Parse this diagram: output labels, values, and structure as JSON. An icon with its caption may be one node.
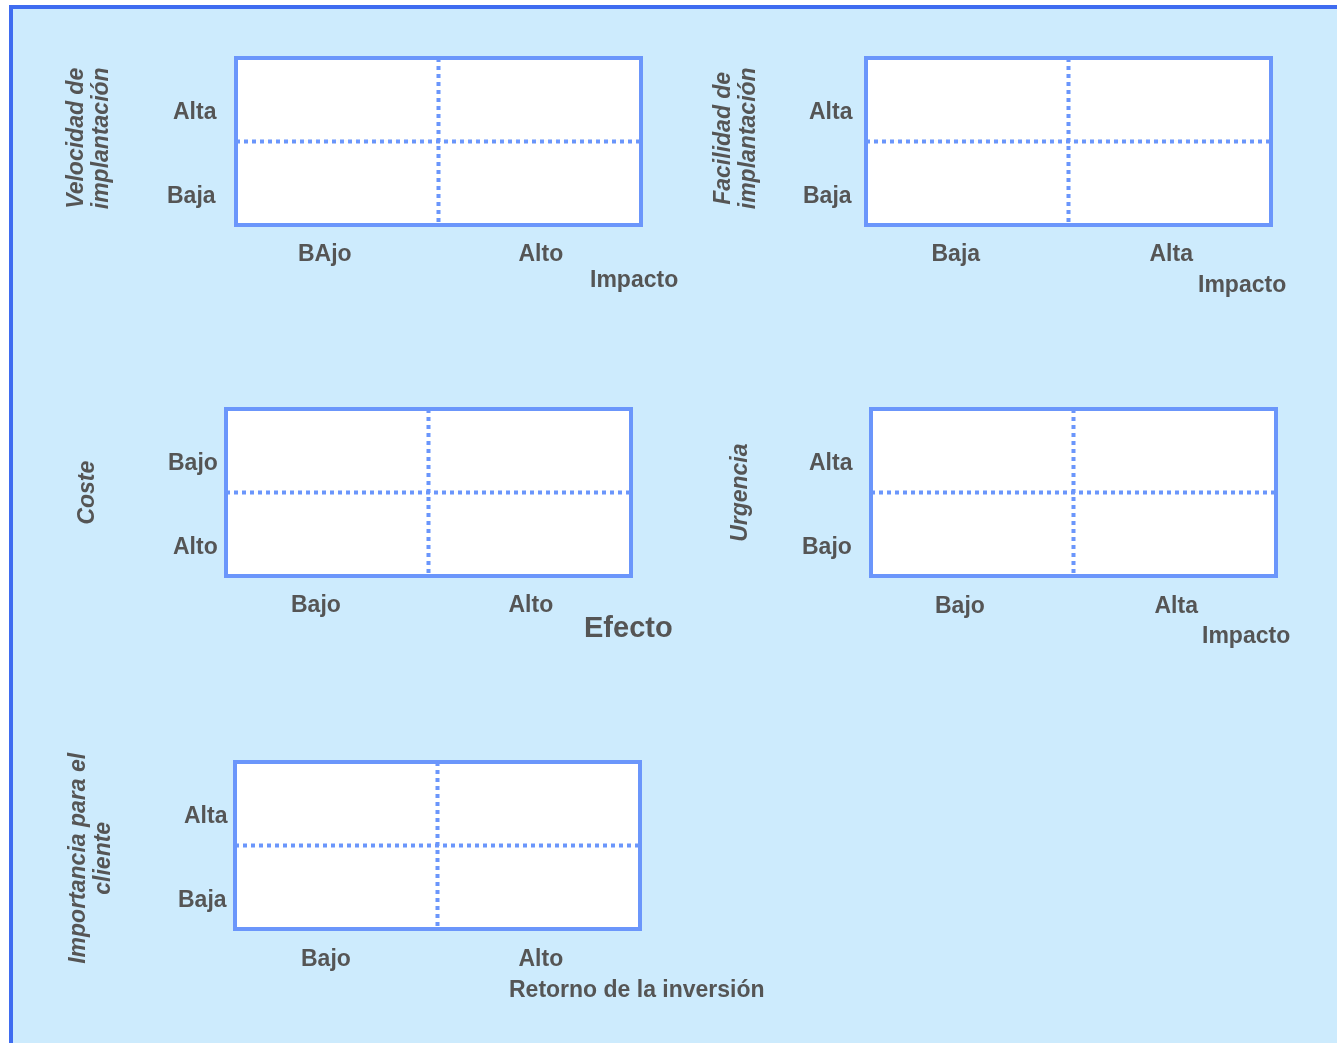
{
  "diagram": {
    "labels": [
      "Velocidad de implantación",
      "Alta",
      "Baja",
      "BAjo",
      "Alto",
      "Impacto",
      "Facilidad de implantación",
      "Alta",
      "Baja",
      "Baja",
      "Alta",
      "Impacto",
      "Coste",
      "Bajo",
      "Alto",
      "Bajo",
      "Alto",
      "Efecto",
      "Urgencia",
      "Alta",
      "Bajo",
      "Bajo",
      "Alta",
      "Impacto",
      "Importancia para el cliente",
      "Alta",
      "Baja",
      "Bajo",
      "Alto",
      "Retorno de la inversión"
    ]
  }
}
